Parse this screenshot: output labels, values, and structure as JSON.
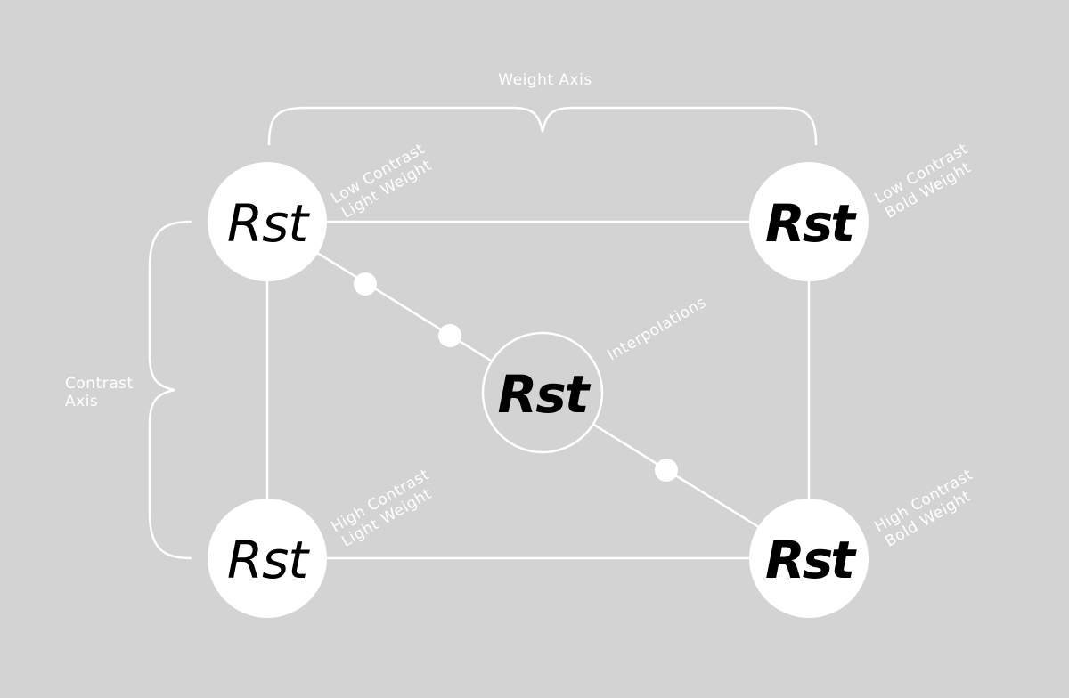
{
  "labels": {
    "weight_axis": "Weight Axis",
    "contrast_axis_line1": "Contrast",
    "contrast_axis_line2": "Axis",
    "interpolations": "Interpolations"
  },
  "nodes": {
    "top_left": {
      "glyph": "Rst",
      "line1": "Low Contrast",
      "line2": "Light Weight"
    },
    "top_right": {
      "glyph": "Rst",
      "line1": "Low Contrast",
      "line2": "Bold Weight"
    },
    "bottom_left": {
      "glyph": "Rst",
      "line1": "High Contrast",
      "line2": "Light Weight"
    },
    "bottom_right": {
      "glyph": "Rst",
      "line1": "High Contrast",
      "line2": "Bold Weight"
    },
    "center": {
      "glyph": "Rst"
    }
  },
  "colors": {
    "background": "#d3d3d3",
    "stroke": "#ffffff",
    "glyph": "#000000"
  }
}
